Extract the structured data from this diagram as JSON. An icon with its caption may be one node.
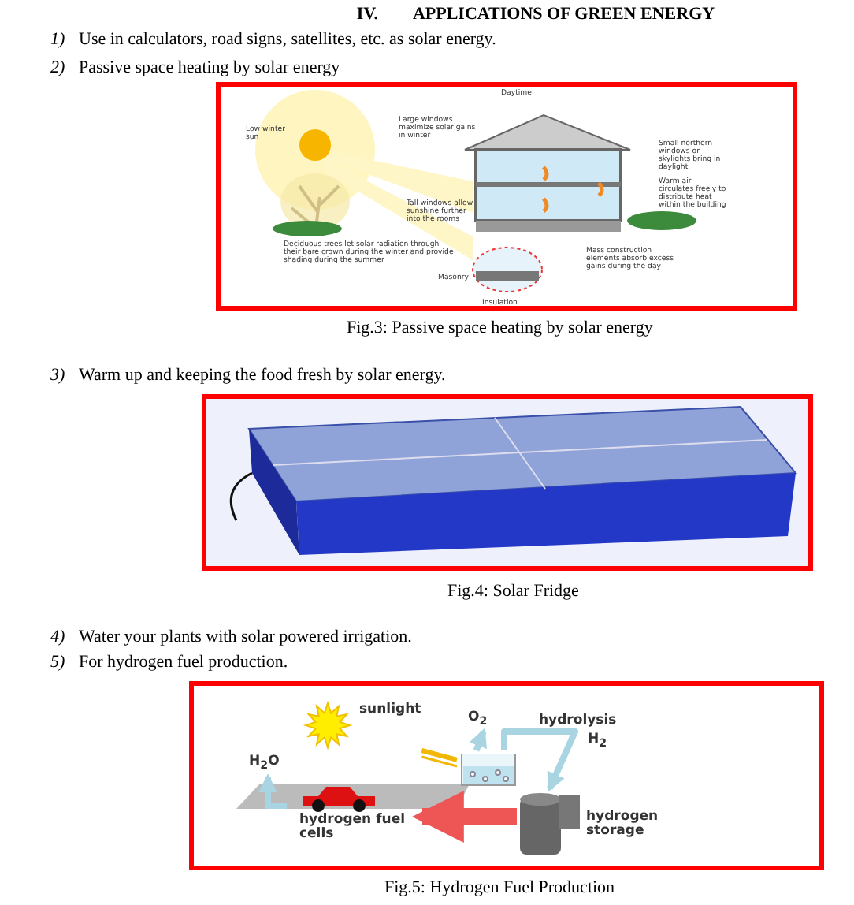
{
  "diagram": {
    "title": "IV.  APPLICATIONS OF GREEN ENERGY",
    "nodes": [
      {
        "text": [
          "sunlight"
        ]
      },
      {
        "text": [],
        "shape": "picture"
      },
      {
        "text": [
          "O$_{2}$"
        ]
      },
      {
        "text": [
          "hydrogen storage"
        ]
      },
      {
        "text": [
          "hydrogen fuel cells"
        ]
      },
      {
        "text": [
          "H$_{2}$O"
        ]
      }
    ],
    "edges": [
      {
        "from": 0,
        "to": 1,
        "arrow": "none",
        "color": "#f2b705"
      },
      {
        "from": 1,
        "to": 2,
        "arrow": "to"
      },
      {
        "from": 1,
        "to": 3,
        "arrow": "to",
        "label": "H$_{2}$"
      },
      {
        "from": 3,
        "to": 4,
        "arrow": "to",
        "style": "thick",
        "color": "#ee5555"
      },
      {
        "from": 4,
        "to": 5,
        "arrow": "to"
      }
    ],
    "labels": [
      "1)",
      "Use in calculators, road signs, satellites, etc. as solar energy.",
      "2)",
      "Passive space heating by solar energy",
      "Daytime",
      "Low winter sun",
      "Large windows maximize solar gains in winter",
      "Small northern windows or skylights bring in daylight",
      "Warm air circulates freely to distribute heat within the building",
      "Tall windows allow sunshine further into the rooms",
      "Deciduous trees let solar radiation through their bare crown during the winter and provide shading during the summer",
      "Mass construction elements absorb excess gains during the day",
      "Masonry",
      "Insulation",
      "Fig.3: Passive space heating by solar energy",
      "3)",
      "Warm up and keeping the food fresh by solar energy.",
      "Fig.4: Solar Fridge",
      "4)",
      "Water your plants with solar powered irrigation.",
      "5)",
      "For hydrogen fuel production.",
      "hydrolysis",
      "Fig.5: Hydrogen Fuel Production"
    ]
  }
}
